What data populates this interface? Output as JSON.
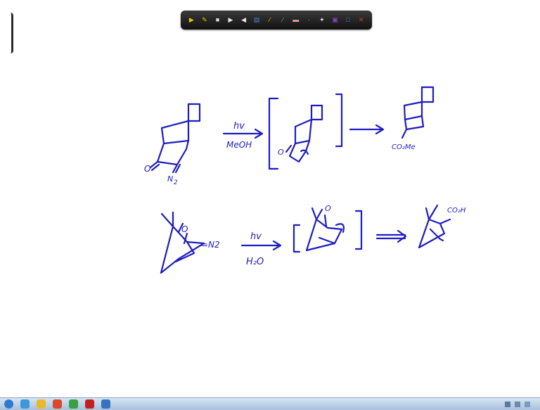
{
  "toolbar": {
    "tools": [
      {
        "icon": "pointer-arrow-icon",
        "color": "#f2c200",
        "glyph": "▶"
      },
      {
        "icon": "pen-yellow-icon",
        "color": "#f2c200",
        "glyph": "✎"
      },
      {
        "icon": "eraser-icon",
        "color": "#d9d9d9",
        "glyph": "■"
      },
      {
        "icon": "highlighter-icon",
        "color": "#e8e8e8",
        "glyph": "▶"
      },
      {
        "icon": "pen-icon",
        "color": "#e8e8e8",
        "glyph": "◀"
      },
      {
        "icon": "text-tool-icon",
        "color": "#4a8ad8",
        "glyph": "▤"
      },
      {
        "icon": "pencil-icon",
        "color": "#f2c200",
        "glyph": "∕"
      },
      {
        "icon": "green-pen-icon",
        "color": "#4ac040",
        "glyph": "∕"
      },
      {
        "icon": "pink-eraser-icon",
        "color": "#f2a0b0",
        "glyph": "▬"
      },
      {
        "icon": "dot-icon",
        "color": "#bbbbbb",
        "glyph": "·"
      },
      {
        "icon": "lasso-icon",
        "color": "#dddddd",
        "glyph": "✦"
      },
      {
        "icon": "color-palette-icon",
        "color": "#9040c0",
        "glyph": "▣"
      },
      {
        "icon": "screen-icon",
        "color": "#4a8ad8",
        "glyph": "□"
      },
      {
        "icon": "close-icon",
        "color": "#e03030",
        "glyph": "✕"
      }
    ]
  },
  "whiteboard": {
    "ink_color": "#1d1dc0",
    "reaction1": {
      "carbonyl_o": "O",
      "diazo_n2": "N",
      "diazo_n2_sub": "2",
      "conditions_top": "hv",
      "conditions_bottom": "MeOH",
      "intermediate_o": "O",
      "product_ester": "CO₂Me"
    },
    "reaction2": {
      "carbonyl_o": "O",
      "diazo_n2": "=N2",
      "conditions_top": "hv",
      "conditions_bottom": "H₂O",
      "intermediate_o": "O",
      "product_acid": "CO₂H"
    }
  },
  "taskbar": {
    "apps": [
      {
        "icon": "start-orb-icon",
        "color": "#2b7bd0"
      },
      {
        "icon": "browser-icon",
        "color": "#3a9ad9"
      },
      {
        "icon": "folder-icon",
        "color": "#e8b830"
      },
      {
        "icon": "media-icon",
        "color": "#d84a2a"
      },
      {
        "icon": "chrome-icon",
        "color": "#3aa040"
      },
      {
        "icon": "acrobat-icon",
        "color": "#c02020"
      },
      {
        "icon": "app-icon",
        "color": "#3a70c0"
      }
    ],
    "clock": ""
  }
}
